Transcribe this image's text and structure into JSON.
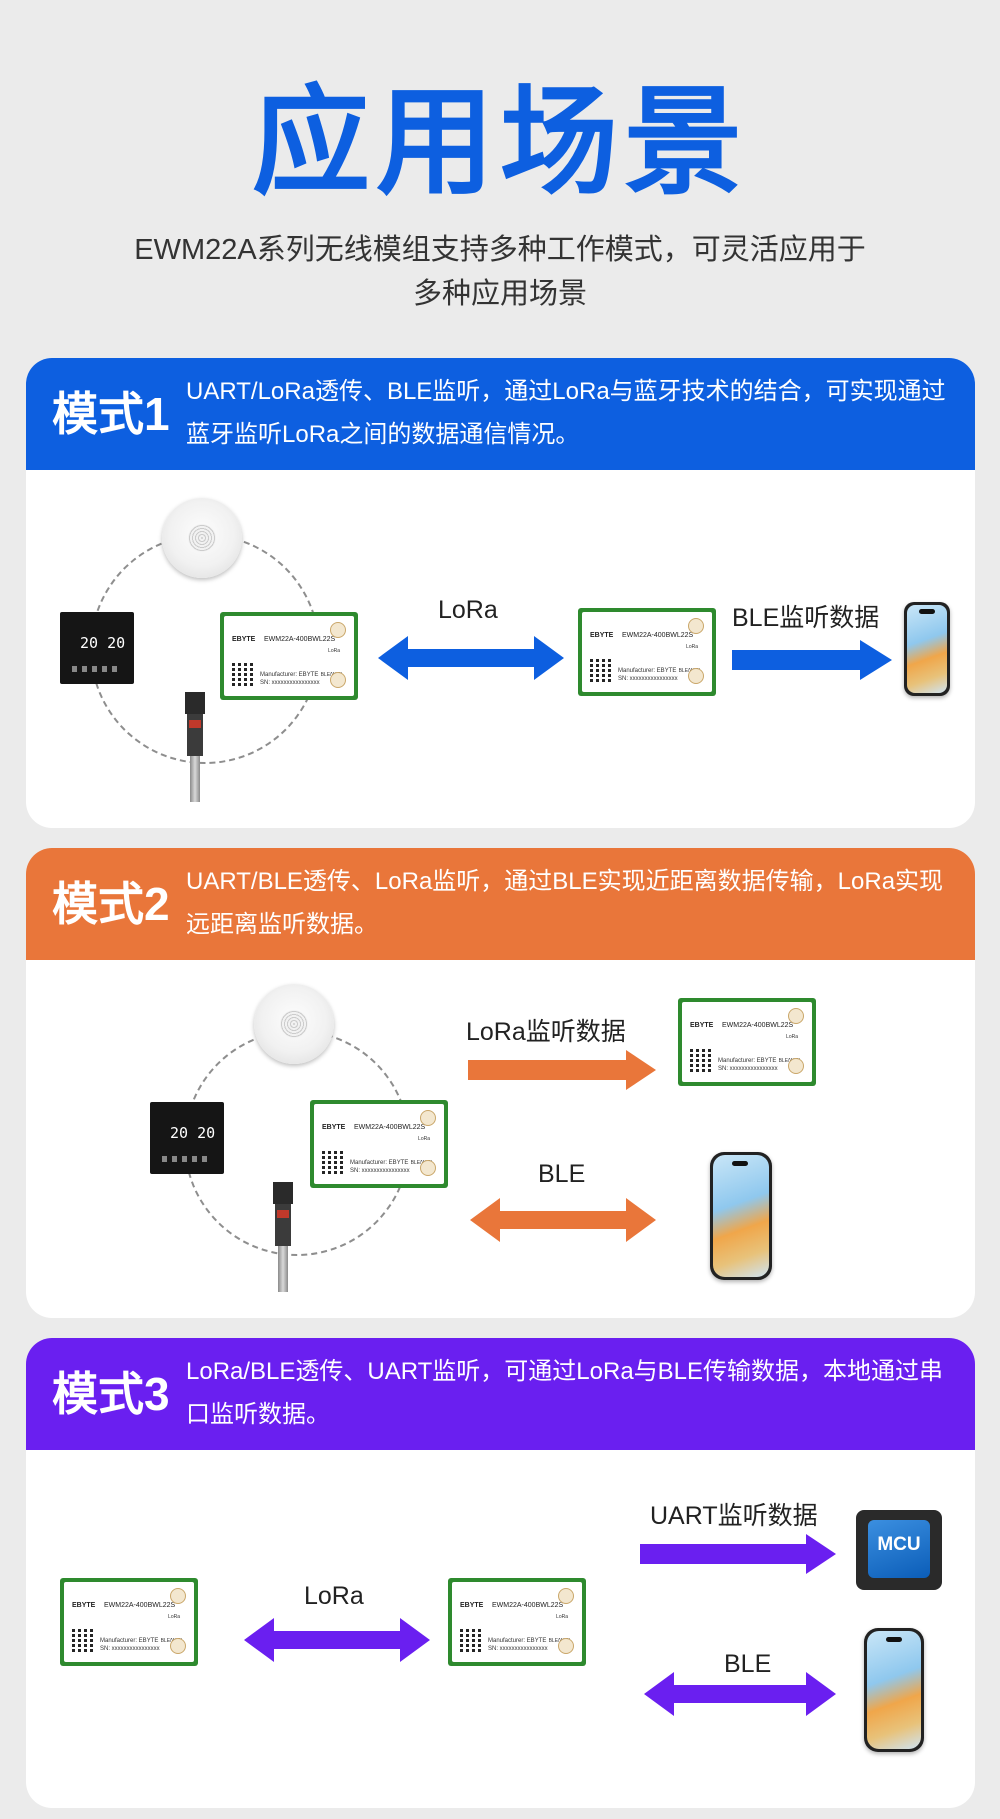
{
  "title": "应用场景",
  "subtitle_line1": "EWM22A系列无线模组支持多种工作模式，可灵活应用于",
  "subtitle_line2": "多种应用场景",
  "colors": {
    "blue": "#0d5fe0",
    "orange": "#e9763a",
    "purple": "#6a1ff0"
  },
  "module": {
    "brand": "EBYTE",
    "model": "EWM22A-400BWL22S",
    "manufacturer": "Manufacturer: EBYTE",
    "sn": "SN: xxxxxxxxxxxxxxxx",
    "tag_lora": "LoRa",
    "tag_ble": "BLE/WIFI"
  },
  "thermostat": {
    "reading": "20 20"
  },
  "mcu": "MCU",
  "mode1": {
    "name": "模式1",
    "desc": "UART/LoRa透传、BLE监听，通过LoRa与蓝牙技术的结合，可实现通过蓝牙监听LoRa之间的数据通信情况。",
    "label_lora": "LoRa",
    "label_ble": "BLE监听数据"
  },
  "mode2": {
    "name": "模式2",
    "desc": "UART/BLE透传、LoRa监听，通过BLE实现近距离数据传输，LoRa实现远距离监听数据。",
    "label_lora": "LoRa监听数据",
    "label_ble": "BLE"
  },
  "mode3": {
    "name": "模式3",
    "desc": "LoRa/BLE透传、UART监听，可通过LoRa与BLE传输数据，本地通过串口监听数据。",
    "label_lora": "LoRa",
    "label_uart": "UART监听数据",
    "label_ble": "BLE"
  }
}
